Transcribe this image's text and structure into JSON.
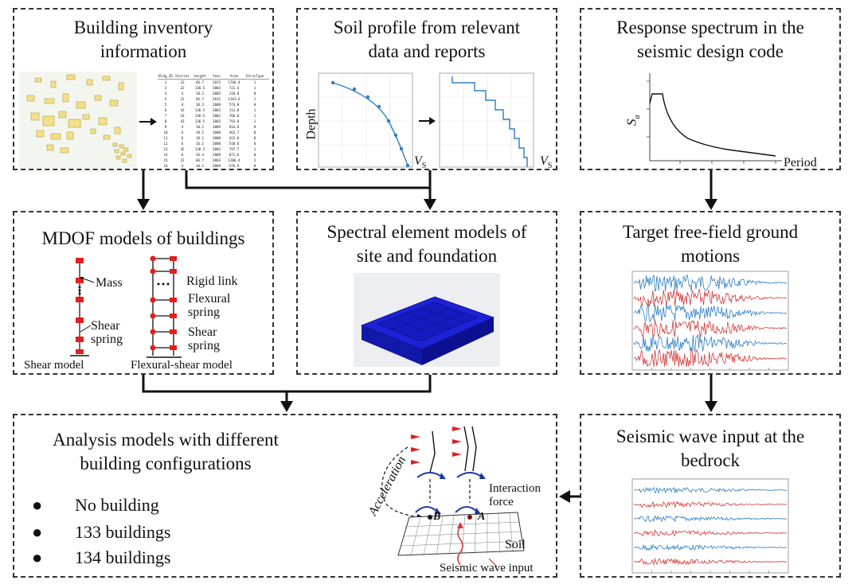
{
  "boxes": {
    "inventory": {
      "title_line1": "Building inventory",
      "title_line2": "information"
    },
    "soil": {
      "title_line1": "Soil profile from relevant",
      "title_line2": "data and reports",
      "depth_label": "Depth",
      "vs_label": "V",
      "vs_sub": "S"
    },
    "spectrum": {
      "title_line1": "Response spectrum in the",
      "title_line2": "seismic design code",
      "sa_label": "S",
      "sa_sub": "a",
      "period_label": "Period"
    },
    "mdof": {
      "title": "MDOF models of buildings",
      "mass": "Mass",
      "shear_spring_1": "Shear",
      "shear_spring_2": "spring",
      "rigid_link": "Rigid link",
      "flexural_1": "Flexural",
      "flexural_2": "spring",
      "shear2_1": "Shear",
      "shear2_2": "spring",
      "shear_model": "Shear model",
      "flex_model": "Flexural-shear model"
    },
    "spectral": {
      "title_line1": "Spectral element models of",
      "title_line2": "site and foundation"
    },
    "target": {
      "title_line1": "Target free-field ground",
      "title_line2": "motions"
    },
    "analysis": {
      "title_line1": "Analysis models with different",
      "title_line2": "building configurations",
      "bullets": [
        "No building",
        "133 buildings",
        "134 buildings"
      ],
      "acceleration": "Acceleration",
      "interaction_1": "Interaction",
      "interaction_2": "force",
      "soil": "Soil",
      "seismic_input": "Seismic wave input",
      "label_b": "B",
      "label_a": "A"
    },
    "seismic": {
      "title_line1": "Seismic wave input at the",
      "title_line2": "bedrock"
    }
  },
  "table": {
    "headers": [
      "Bldg_ID",
      "Stories",
      "height",
      "Year",
      "Area",
      "StrucType"
    ],
    "rows": [
      [
        "1",
        "22",
        "66.7",
        "2015",
        "1766.4",
        "1"
      ],
      [
        "2",
        "22",
        "136.5",
        "2003",
        "721.4",
        "1"
      ],
      [
        "3",
        "4",
        "10.2",
        "2005",
        "218.8",
        "0"
      ],
      [
        "4",
        "22",
        "66.7",
        "2015",
        "1163.6",
        "1"
      ],
      [
        "5",
        "4",
        "10.2",
        "2008",
        "574.8",
        "0"
      ],
      [
        "6",
        "42",
        "136.5",
        "2003",
        "113.8",
        "1"
      ],
      [
        "7",
        "43",
        "136.5",
        "2003",
        "766.6",
        "1"
      ],
      [
        "8",
        "43",
        "136.5",
        "2003",
        "793.0",
        "1"
      ],
      [
        "9",
        "4",
        "10.2",
        "2009",
        "916.6",
        "0"
      ],
      [
        "10",
        "6",
        "18.1",
        "2000",
        "462.7",
        "0"
      ],
      [
        "11",
        "6",
        "18.1",
        "2000",
        "412.6",
        "0"
      ],
      [
        "12",
        "6",
        "16.1",
        "2000",
        "518.6",
        "0"
      ],
      [
        "13",
        "42",
        "136.5",
        "2003",
        "797.7",
        "1"
      ],
      [
        "14",
        "6",
        "16.4",
        "2009",
        "671.6",
        "0"
      ],
      [
        "15",
        "22",
        "66.7",
        "2003",
        "1206.4",
        "1"
      ],
      [
        "16",
        "4",
        "10.2",
        "2009",
        "576.9",
        "0"
      ]
    ]
  },
  "colors": {
    "dashed_border": "#333333",
    "wave_blue": "#2e7ec3",
    "wave_red": "#d43a3a",
    "model_blue": "#1a20c8",
    "arrow_blue": "#1a35a8",
    "mass_red": "#e02020"
  }
}
